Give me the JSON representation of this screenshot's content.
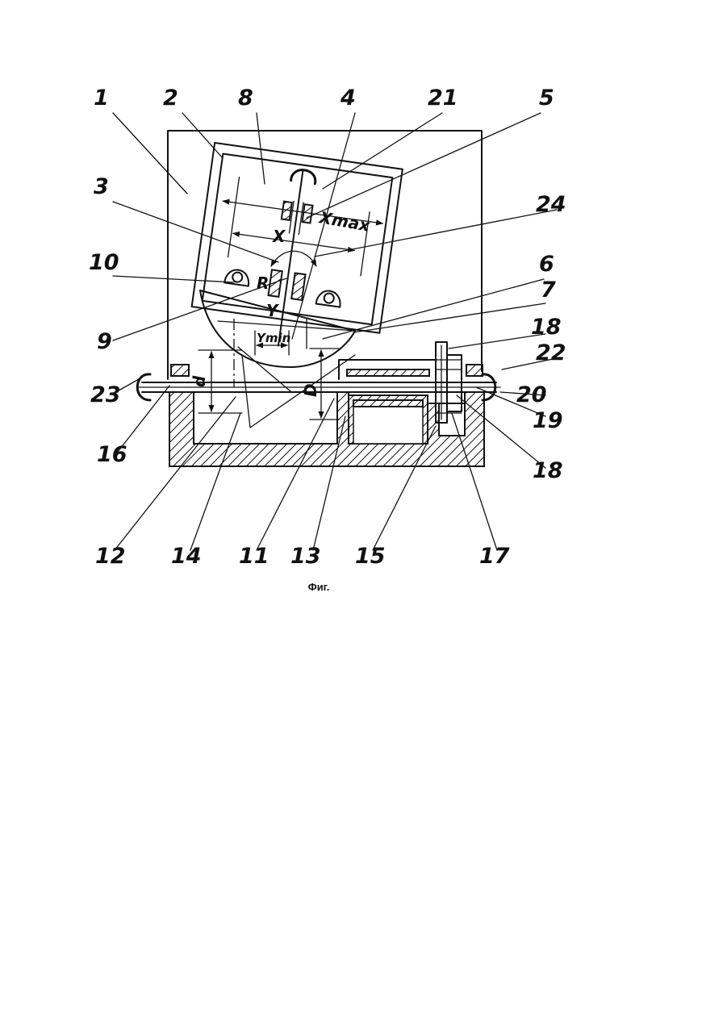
{
  "figure": {
    "caption": "Фиг.",
    "labels": {
      "l1": "1",
      "l2": "2",
      "l3": "3",
      "l4": "4",
      "l5": "5",
      "l6": "6",
      "l7": "7",
      "l8": "8",
      "l9": "9",
      "l10": "10",
      "l11": "11",
      "l12": "12",
      "l13": "13",
      "l14": "14",
      "l15": "15",
      "l16": "16",
      "l17": "17",
      "l18a": "18",
      "l18b": "18",
      "l19": "19",
      "l20": "20",
      "l21": "21",
      "l22": "22",
      "l23": "23",
      "l24": "24"
    },
    "dimensions": {
      "xmax": "Xmax",
      "x": "X",
      "y": "Y",
      "ymin": "Ymin",
      "r": "R",
      "d_small": "d",
      "d_large": "D"
    }
  }
}
